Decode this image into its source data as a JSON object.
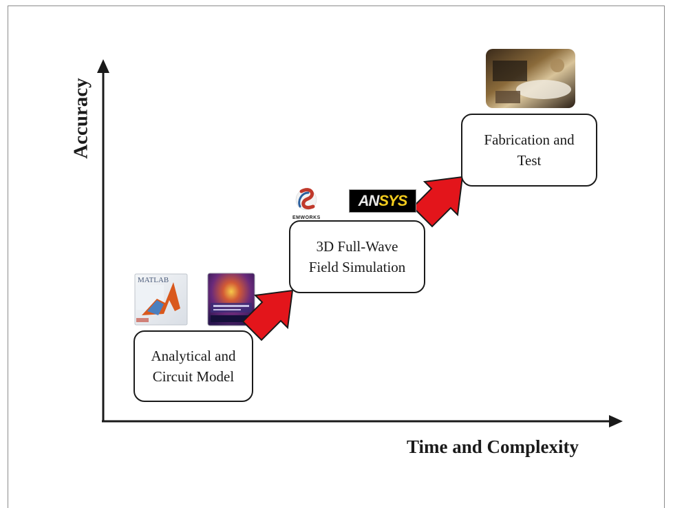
{
  "diagram": {
    "y_axis_label": "Accuracy",
    "x_axis_label": "Time and Complexity",
    "stages": [
      {
        "lines": [
          "Analytical and",
          "Circuit Model"
        ]
      },
      {
        "lines": [
          "3D Full-Wave",
          "Field Simulation"
        ]
      },
      {
        "lines": [
          "Fabrication and",
          "Test"
        ]
      }
    ],
    "logos": {
      "matlab": "MATLAB",
      "emworks": "EMWORKS",
      "ansys_prefix": "AN",
      "ansys_suffix": "SYS"
    },
    "colors": {
      "arrow_fill": "#e3151b",
      "arrow_outline": "#1a1a1a",
      "axis": "#1a1a1a",
      "box_border": "#1a1a1a"
    }
  }
}
